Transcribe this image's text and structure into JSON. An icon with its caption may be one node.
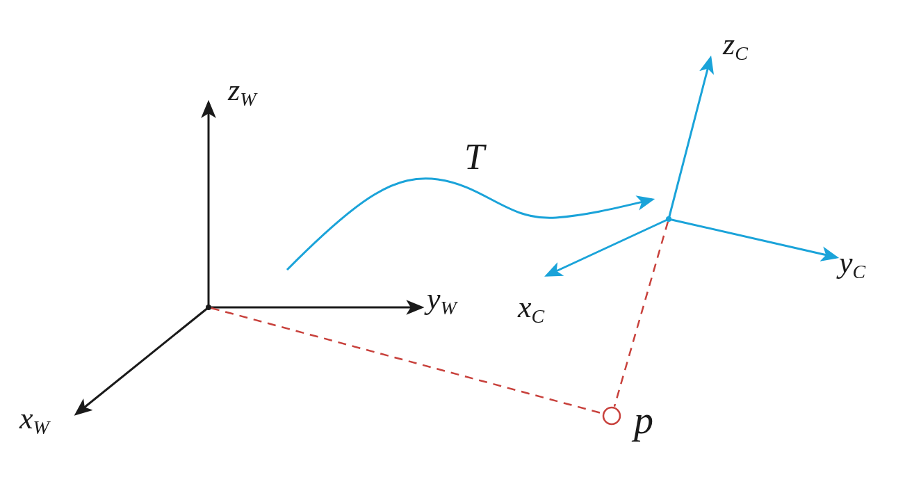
{
  "diagram": {
    "nodes": [
      {
        "text": [],
        "shape": "point"
      },
      {
        "text": [],
        "shape": "point"
      },
      {
        "text": [],
        "shape": "circle",
        "beside": [
          "p"
        ]
      }
    ],
    "edges": [
      {
        "from": 0,
        "to": 2,
        "arrow": "none",
        "style": "dashed"
      },
      {
        "from": 1,
        "to": 2,
        "arrow": "none",
        "style": "dashed"
      }
    ],
    "labels": [
      "z$_{W}$",
      "z$_{C}$",
      "T",
      "y$_{C}$",
      "y$_{W}$",
      "x$_{C}$",
      "x$_{W}$"
    ]
  }
}
